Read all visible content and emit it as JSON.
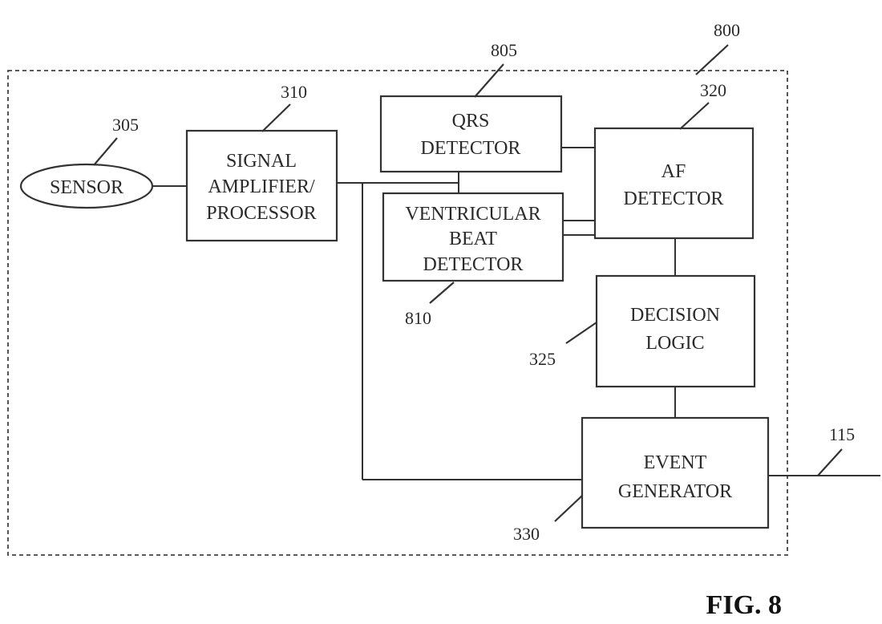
{
  "figure": {
    "label": "FIG. 8"
  },
  "refs": {
    "system": "800",
    "sensor": "305",
    "amplifier": "310",
    "qrs": "805",
    "ventricular": "810",
    "af": "320",
    "decision": "325",
    "event": "330",
    "output": "115"
  },
  "blocks": {
    "sensor": [
      "SENSOR"
    ],
    "amplifier": [
      "SIGNAL",
      "AMPLIFIER/",
      "PROCESSOR"
    ],
    "qrs": [
      "QRS",
      "DETECTOR"
    ],
    "ventricular": [
      "VENTRICULAR",
      "BEAT",
      "DETECTOR"
    ],
    "af": [
      "AF",
      "DETECTOR"
    ],
    "decision": [
      "DECISION",
      "LOGIC"
    ],
    "event": [
      "EVENT",
      "GENERATOR"
    ]
  }
}
